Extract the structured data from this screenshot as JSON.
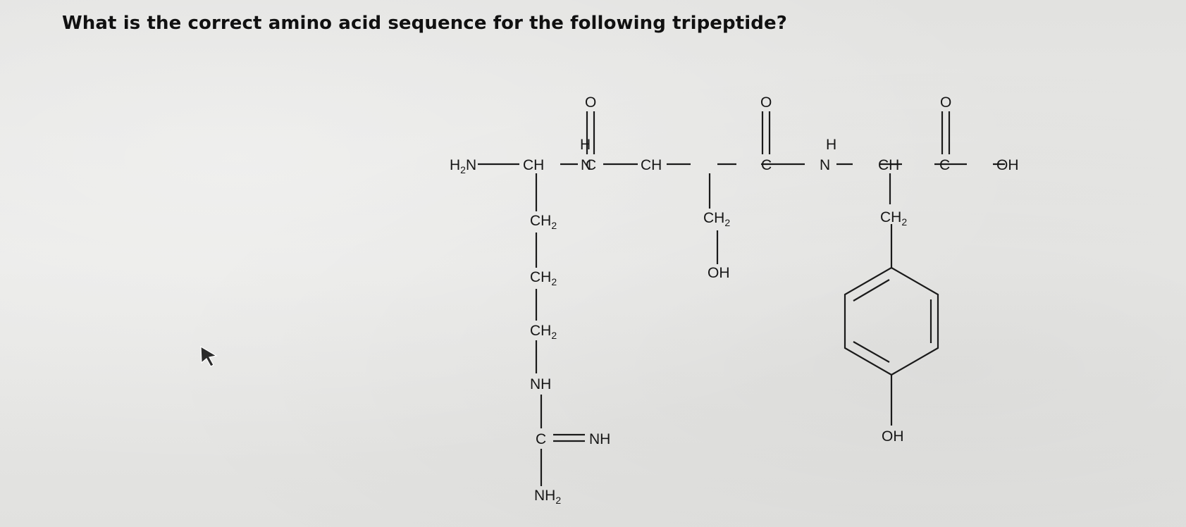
{
  "question": {
    "text": "What is the correct amino acid sequence for the following tripeptide?"
  },
  "structure": {
    "n_terminus": "H",
    "n_terminus_sub": "2",
    "n_terminus_atom": "N",
    "alpha_carbon": "CH",
    "carbonyl_carbon": "C",
    "carbonyl_oxygen": "O",
    "amide_h": "H",
    "amide_n": "N",
    "c_terminus": "OH",
    "methylene": "CH",
    "methylene_sub": "2",
    "residue_1": {
      "side_chain": [
        "CH2",
        "CH2",
        "CH2"
      ],
      "guanidino_nh": "NH",
      "guanidino_c": "C",
      "imine": "NH",
      "amine": "NH",
      "amine_sub": "2"
    },
    "residue_2": {
      "side_chain_oh": "OH"
    },
    "residue_3": {
      "phenol_oh": "OH"
    }
  },
  "icons": {
    "cursor": "mouse-pointer-icon"
  }
}
